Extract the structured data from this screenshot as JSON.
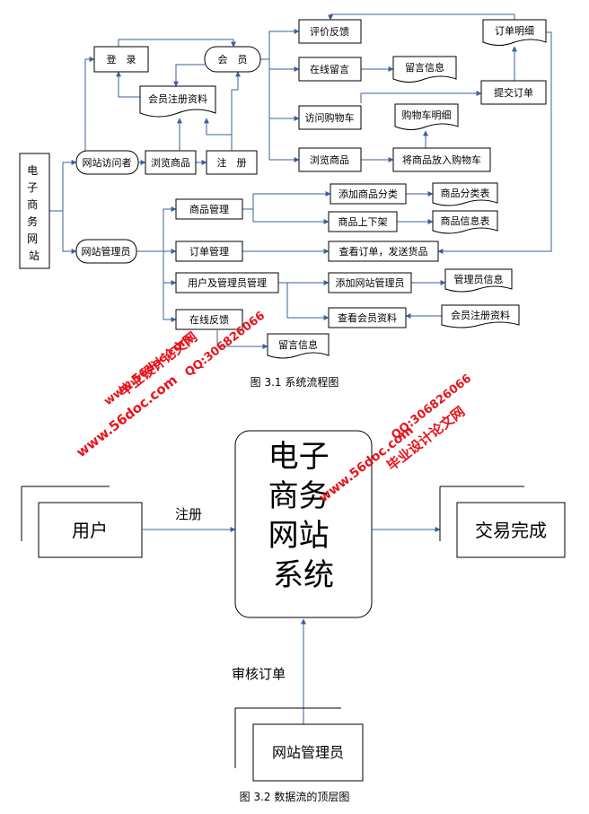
{
  "figure1": {
    "caption": "图 3.1 系统流程图",
    "nodes": {
      "site": "电\n子\n商\n务\n网\n站",
      "login": "登　录",
      "member": "会　员",
      "member_reg_doc": "会员注册资料",
      "visitor": "网站访问者",
      "browse": "浏览商品",
      "register": "注　册",
      "feedback": "评价反馈",
      "online_msg": "在线留言",
      "msg_info": "留言信息",
      "visit_cart": "访问购物车",
      "cart_detail": "购物车明细",
      "browse2": "浏览商品",
      "add_to_cart": "将商品放入购物车",
      "order_detail": "订单明细",
      "submit_order": "提交订单",
      "admin": "网站管理员",
      "goods_mgmt": "商品管理",
      "add_category": "添加商品分类",
      "category_table": "商品分类表",
      "shelf": "商品上下架",
      "goods_info_table": "商品信息表",
      "order_mgmt": "订单管理",
      "view_ship": "查看订单，发送货品",
      "user_admin_mgmt": "用户及管理员管理",
      "add_admin": "添加网站管理员",
      "admin_info": "管理员信息",
      "view_member": "查看会员资料",
      "member_reg_doc2": "会员注册资料",
      "online_feedback": "在线反馈",
      "msg_info2": "留言信息"
    }
  },
  "figure2": {
    "caption": "图 3.2 数据流的顶层图",
    "nodes": {
      "user": "用户",
      "system": "电子\n商务\n网站\n系统",
      "done": "交易完成",
      "admin": "网站管理员"
    },
    "labels": {
      "register": "注册",
      "audit": "审核订单"
    }
  },
  "watermarks": {
    "site_name": "毕业设计论文网",
    "url": "www.56doc.com",
    "qq": "QQ:306826066"
  },
  "colors": {
    "arrow": "#3b5f9a",
    "watermark": "#e8141c"
  }
}
